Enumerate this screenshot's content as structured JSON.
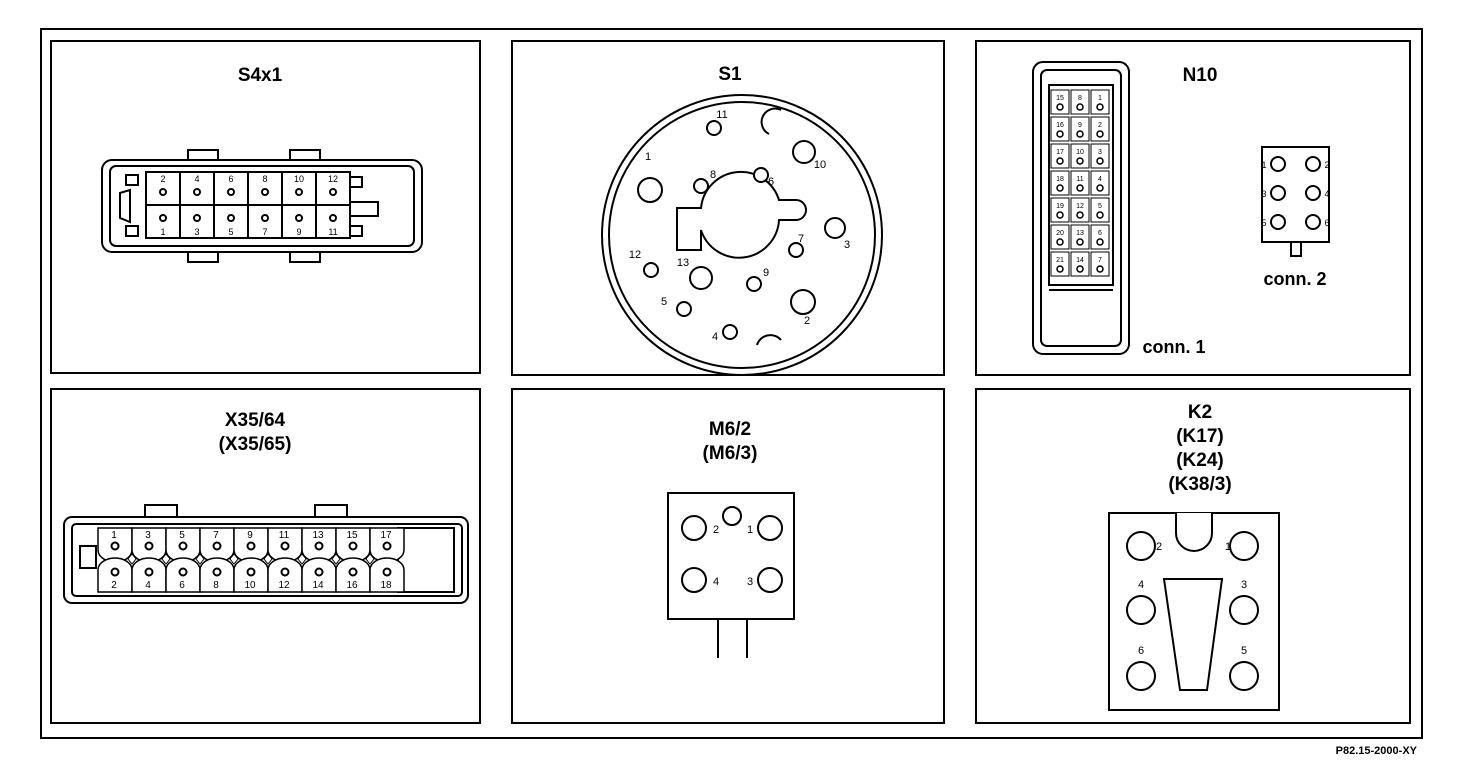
{
  "panels": [
    {
      "title": "S4x1"
    },
    {
      "title": "S1"
    },
    {
      "title": "N10",
      "conn1": "conn. 1",
      "conn2": "conn. 2"
    },
    {
      "title": "X35/64",
      "subtitle": "(X35/65)"
    },
    {
      "title": "M6/2",
      "subtitle": "(M6/3)"
    },
    {
      "title": "K2",
      "sub1": "(K17)",
      "sub2": "(K24)",
      "sub3": "(K38/3)"
    }
  ],
  "s4x1_pins_top": [
    "2",
    "4",
    "6",
    "8",
    "10",
    "12"
  ],
  "s4x1_pins_bottom": [
    "1",
    "3",
    "5",
    "7",
    "9",
    "11"
  ],
  "s1_pins": [
    "1",
    "2",
    "3",
    "4",
    "5",
    "6",
    "7",
    "8",
    "9",
    "10",
    "11",
    "12",
    "13"
  ],
  "n10_conn1_rows": [
    [
      "15",
      "8",
      "1"
    ],
    [
      "16",
      "9",
      "2"
    ],
    [
      "17",
      "10",
      "3"
    ],
    [
      "18",
      "11",
      "4"
    ],
    [
      "19",
      "12",
      "5"
    ],
    [
      "20",
      "13",
      "6"
    ],
    [
      "21",
      "14",
      "7"
    ]
  ],
  "n10_conn2_pins": [
    "1",
    "2",
    "3",
    "4",
    "5",
    "6"
  ],
  "x35_pins_top": [
    "1",
    "3",
    "5",
    "7",
    "9",
    "11",
    "13",
    "15",
    "17"
  ],
  "x35_pins_bottom": [
    "2",
    "4",
    "6",
    "8",
    "10",
    "12",
    "14",
    "16",
    "18"
  ],
  "m6_pins": [
    "1",
    "2",
    "3",
    "4"
  ],
  "k2_pins": [
    "1",
    "2",
    "3",
    "4",
    "5",
    "6"
  ],
  "figure_ref": "P82.15-2000-XY"
}
